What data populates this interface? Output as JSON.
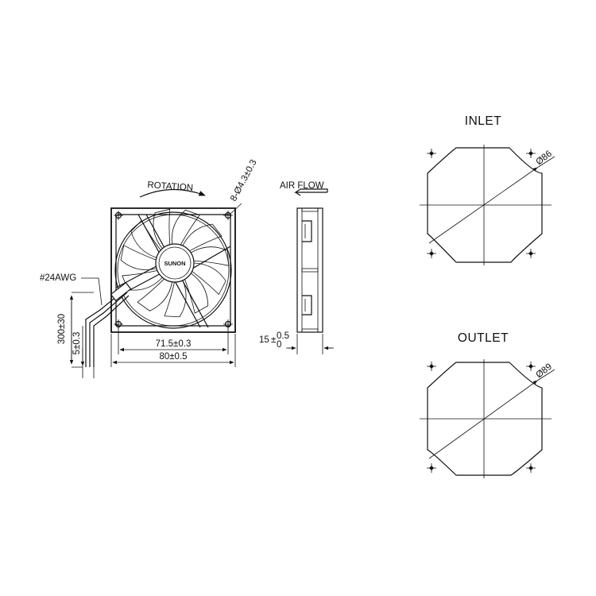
{
  "diagram": {
    "front": {
      "rotation_label": "ROTATION",
      "mount_hole_label": "8-Ø4.3±0.3",
      "brand_label": "SUNON",
      "wire_gauge_label": "#24AWG",
      "lead_length_label": "300±30",
      "strip_length_label": "5±0.3",
      "hole_spacing_label": "71.5±0.3",
      "frame_width_label": "80±0.5"
    },
    "side": {
      "airflow_label": "AIR FLOW",
      "depth_main": "15",
      "depth_pm": "±",
      "depth_upper": "0.5",
      "depth_lower": "0"
    },
    "inlet": {
      "title": "INLET",
      "diameter_label": "Ø86"
    },
    "outlet": {
      "title": "OUTLET",
      "diameter_label": "Ø89"
    }
  }
}
